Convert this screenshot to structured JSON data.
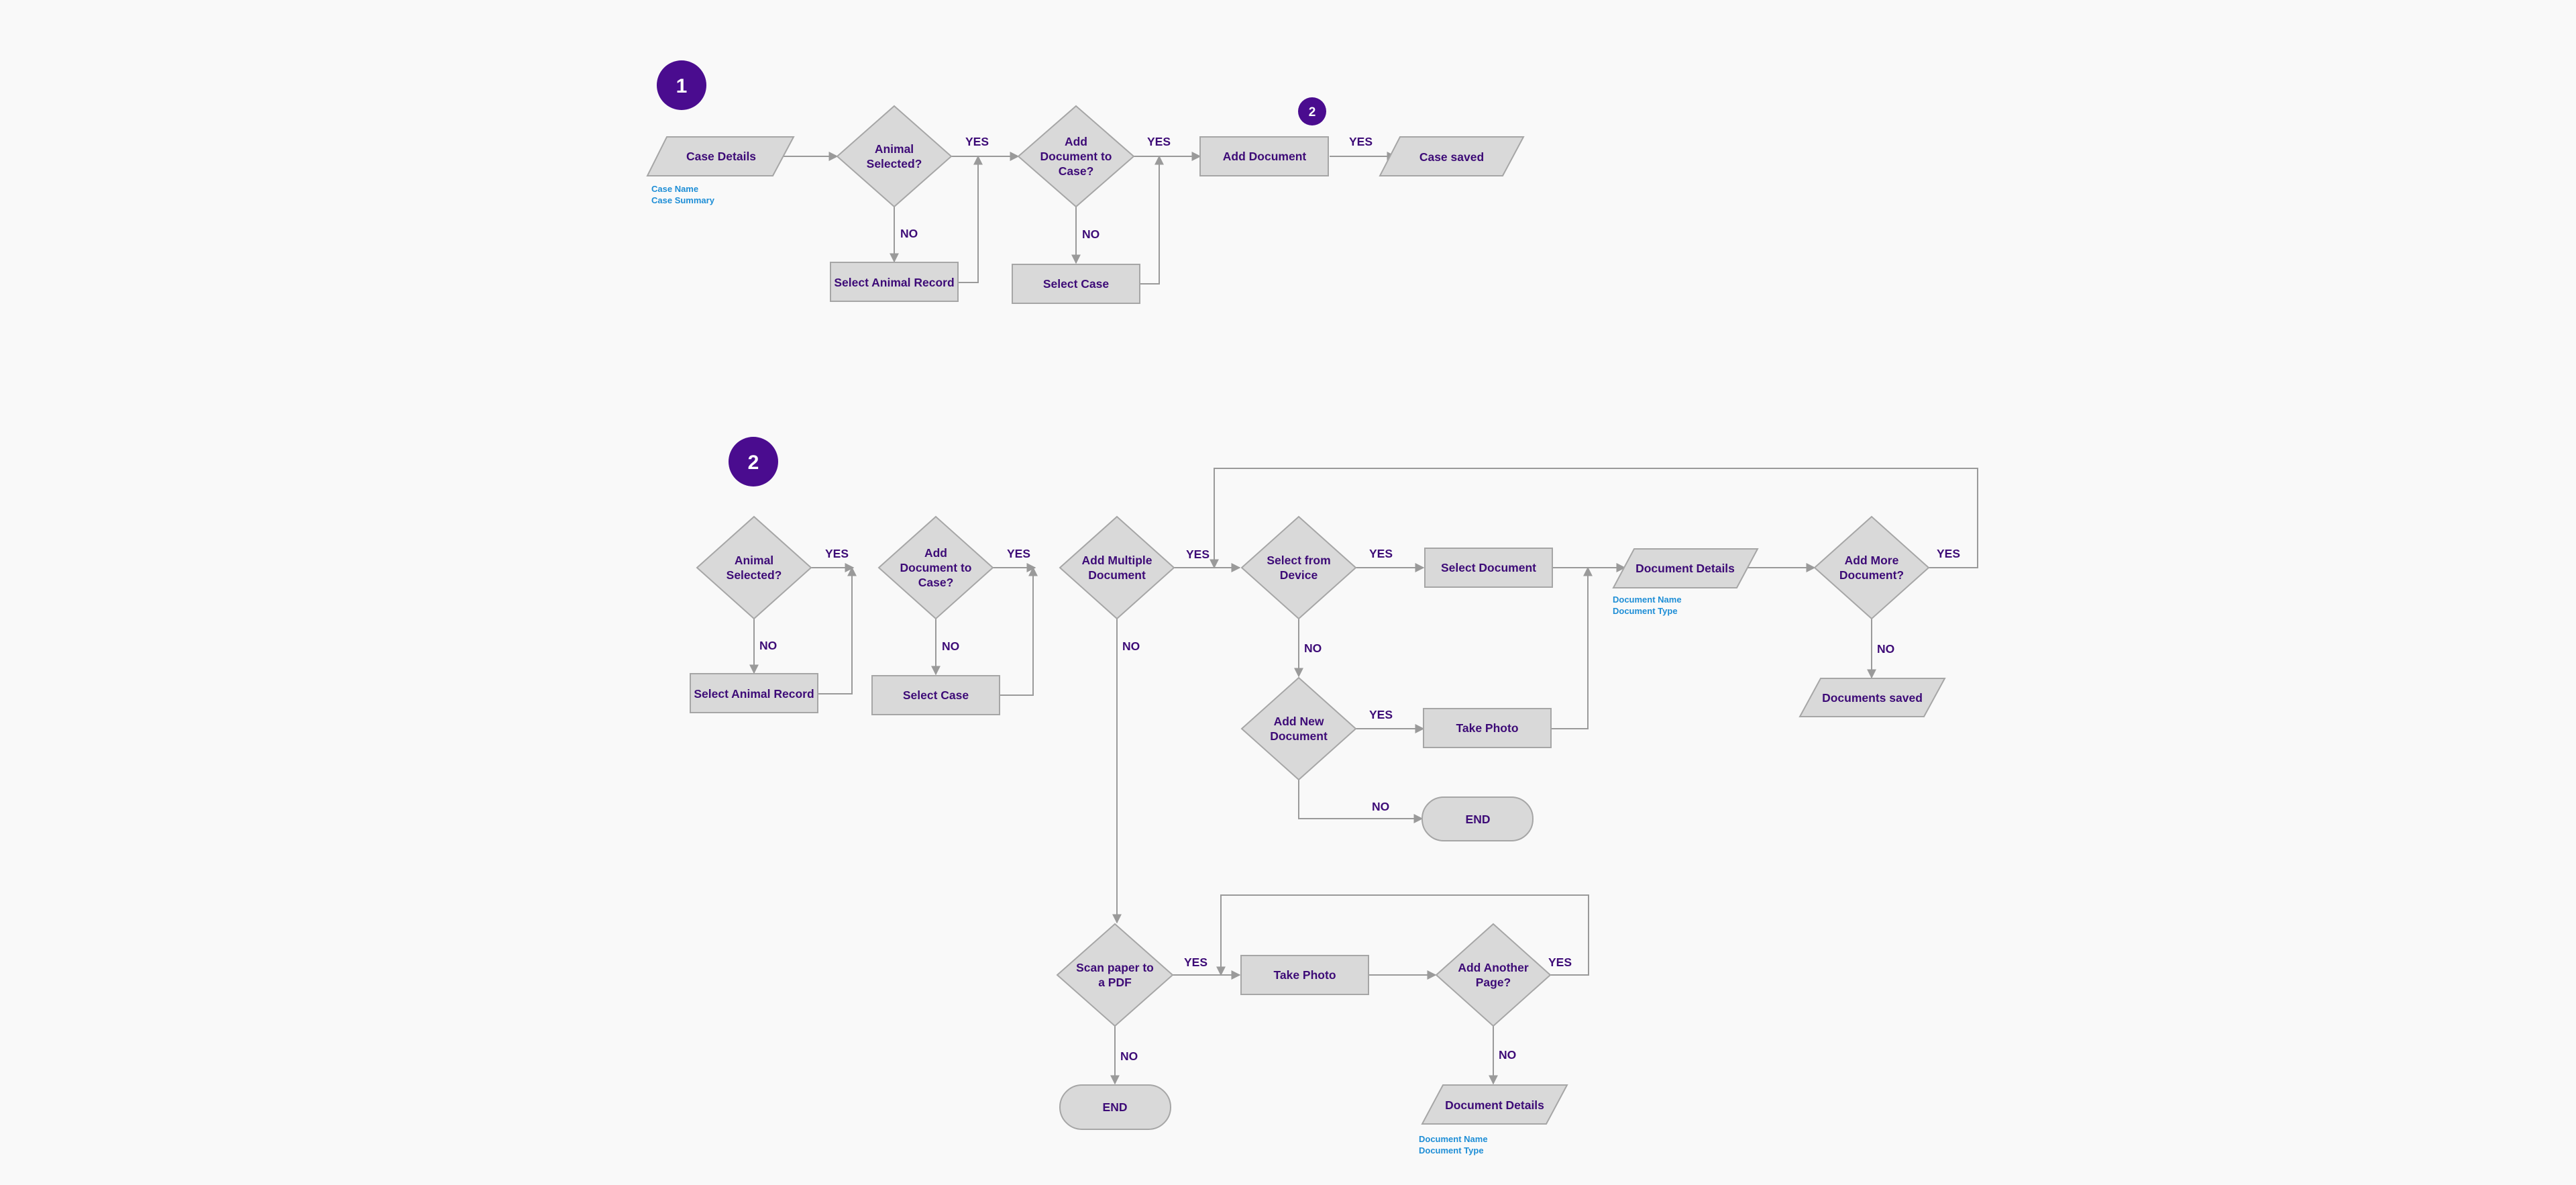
{
  "colors": {
    "background": "#f9f9f9",
    "node_fill": "#d9d9d9",
    "node_stroke": "#a6a6a6",
    "text": "#3d0b77",
    "note": "#1e8ed6",
    "badge": "#4a0c8f",
    "edge": "#9a9a9a"
  },
  "badges": {
    "flow1": "1",
    "flow1_ref": "2",
    "flow2": "2"
  },
  "nodes": {
    "f1_case_details": "Case Details",
    "f1_animal_selected": [
      "Animal",
      "Selected?"
    ],
    "f1_add_doc_to_case": [
      "Add",
      "Document to",
      "Case?"
    ],
    "f1_add_document": "Add Document",
    "f1_case_saved": "Case saved",
    "f1_select_animal_record": "Select Animal Record",
    "f1_select_case": "Select Case",
    "f2_animal_selected": [
      "Animal",
      "Selected?"
    ],
    "f2_add_doc_to_case": [
      "Add",
      "Document to",
      "Case?"
    ],
    "f2_add_multiple": [
      "Add Multiple",
      "Document"
    ],
    "f2_select_from_device": [
      "Select from",
      "Device"
    ],
    "f2_select_document": "Select Document",
    "f2_document_details": "Document Details",
    "f2_add_more": [
      "Add More",
      "Document?"
    ],
    "f2_documents_saved": "Documents saved",
    "f2_select_animal_record": "Select Animal Record",
    "f2_select_case": "Select Case",
    "f2_add_new_document": [
      "Add New",
      "Document"
    ],
    "f2_take_photo_1": "Take Photo",
    "f2_end_1": "END",
    "f2_scan_paper": [
      "Scan paper to",
      "a PDF"
    ],
    "f2_take_photo_2": "Take Photo",
    "f2_add_another_page": [
      "Add Another",
      "Page?"
    ],
    "f2_end_2": "END",
    "f2_document_details_2": "Document Details"
  },
  "notes": {
    "case_fields": [
      "Case Name",
      "Case Summary"
    ],
    "document_fields_1": [
      "Document Name",
      "Document Type"
    ],
    "document_fields_2": [
      "Document Name",
      "Document Type"
    ]
  },
  "edge_labels": {
    "yes": "YES",
    "no": "NO"
  }
}
